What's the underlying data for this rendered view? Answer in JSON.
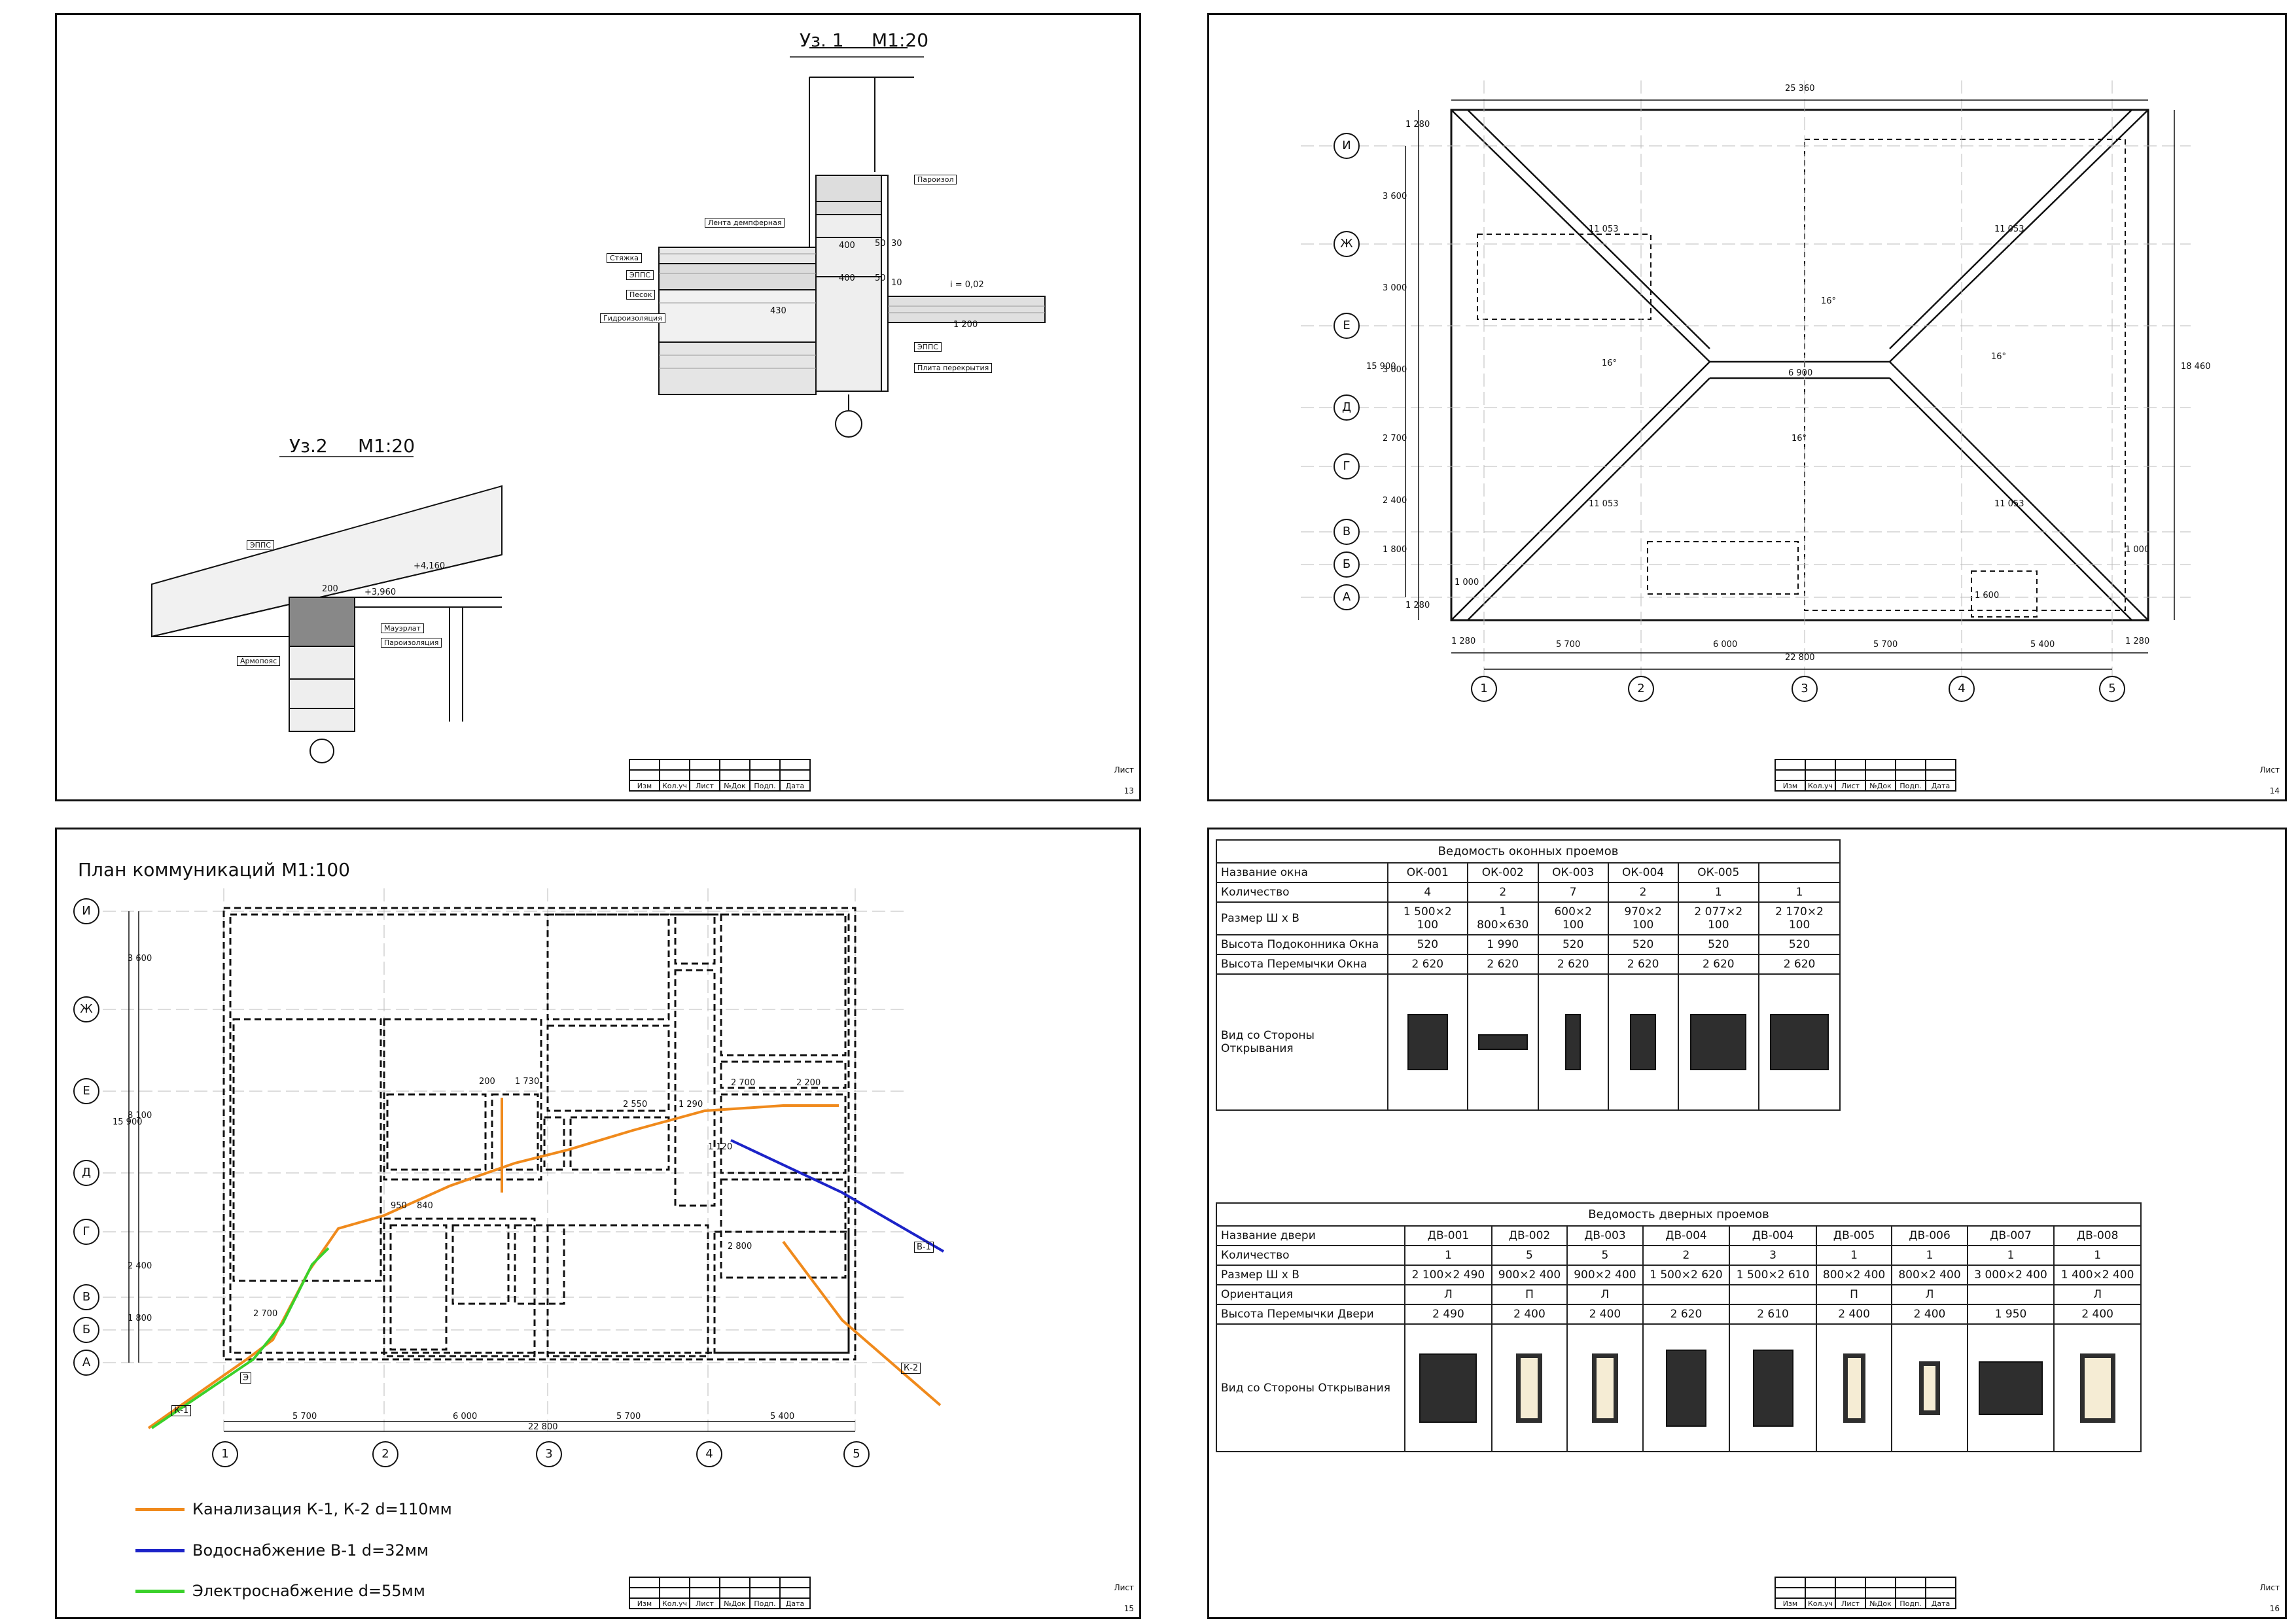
{
  "sheets": [
    {
      "number": "13",
      "titles": {
        "node1": "Уз. 1",
        "node1_scale": "М1:20",
        "node2": "Уз.2",
        "node2_scale": "М1:20"
      },
      "callouts": [
        "Пароизол",
        "Лента демпферная",
        "Стяжка",
        "ЭППС",
        "Песок",
        "Гидроизоляция",
        "ЭППС",
        "Плита перекрытия",
        "ЭППС",
        "Мауэрлат",
        "Пароизоляция",
        "Армопояс"
      ],
      "dims": {
        "d400a": "400",
        "d400b": "400",
        "d50a": "50",
        "d50b": "50",
        "d30": "30",
        "d10": "10",
        "slope": "i = 0,02",
        "d1200": "1 200",
        "d430": "430",
        "d200": "200",
        "lvl1": "+4,160",
        "lvl2": "+3,960"
      }
    },
    {
      "number": "14",
      "dims": {
        "top": "25 360",
        "bottom_total": "22 800",
        "right": "18 460",
        "left_total": "15 900",
        "ridge": "6 900",
        "b1": "1 280",
        "b2": "5 700",
        "b3": "6 000",
        "b4": "5 700",
        "b5": "5 400",
        "b6": "1 280",
        "r1": "1 000",
        "r2": "1 000",
        "r3": "1 600"
      },
      "left_dims": [
        "1 280",
        "3 600",
        "3 000",
        "3 000",
        "2 700",
        "2 400",
        "1 800",
        "1 280"
      ],
      "slopes": [
        "16°",
        "16°",
        "16°",
        "16°"
      ],
      "hips": [
        "11 053",
        "11 053",
        "11 053",
        "11 053"
      ],
      "axes_rows": [
        "И",
        "Ж",
        "Е",
        "Д",
        "Г",
        "В",
        "Б",
        "А"
      ],
      "axes_cols": [
        "1",
        "2",
        "3",
        "4",
        "5"
      ]
    },
    {
      "number": "15",
      "title": "План коммуникаций  М1:100",
      "axes_rows": [
        "И",
        "Ж",
        "Е",
        "Д",
        "Г",
        "В",
        "Б",
        "А"
      ],
      "axes_cols": [
        "1",
        "2",
        "3",
        "4",
        "5"
      ],
      "dims": {
        "b2": "5 700",
        "b3": "6 000",
        "b4": "5 700",
        "b5": "5 400",
        "total": "22 800",
        "l1": "3 600",
        "l2": "8 100",
        "l3": "2 400",
        "l4": "1 800",
        "ltot": "15 900",
        "d200": "200",
        "d1730": "1 730",
        "d2550": "2 550",
        "d1290": "1 290",
        "d2700": "2 700",
        "d2200": "2 200",
        "d950": "950",
        "d840": "840",
        "d2800": "2 800",
        "d2700b": "2 700",
        "d1120": "1 120"
      },
      "legend": [
        {
          "label": "Канализация К-1, К-2 d=110мм",
          "color": "#f08a1c"
        },
        {
          "label": "Водоснабжение В-1 d=32мм",
          "color": "#1c23c8"
        },
        {
          "label": "Электроснабжение d=55мм",
          "color": "#3ad12a"
        }
      ],
      "pipe_tags": [
        "К-1",
        "К-2",
        "В-1",
        "Э"
      ]
    },
    {
      "number": "16",
      "windows": {
        "caption": "Ведомость оконных проемов",
        "rows": [
          {
            "name": "Название окна",
            "cells": [
              "ОК-001",
              "ОК-002",
              "ОК-003",
              "ОК-004",
              "ОК-005",
              ""
            ]
          },
          {
            "name": "Количество",
            "cells": [
              "4",
              "2",
              "7",
              "2",
              "1",
              "1"
            ]
          },
          {
            "name": "Размер Ш х В",
            "cells": [
              "1 500×2 100",
              "1 800×630",
              "600×2 100",
              "970×2 100",
              "2 077×2 100",
              "2 170×2 100"
            ]
          },
          {
            "name": "Высота Подоконника Окна",
            "cells": [
              "520",
              "1 990",
              "520",
              "520",
              "520",
              "520"
            ]
          },
          {
            "name": "Высота Перемычки Окна",
            "cells": [
              "2 620",
              "2 620",
              "2 620",
              "2 620",
              "2 620",
              "2 620"
            ]
          },
          {
            "name": "Вид со Стороны Открывания",
            "cells": [
              "",
              "",
              "",
              "",
              "",
              ""
            ]
          }
        ]
      },
      "doors": {
        "caption": "Ведомость дверных проемов",
        "rows": [
          {
            "name": "Название двери",
            "cells": [
              "ДВ-001",
              "ДВ-002",
              "ДВ-003",
              "ДВ-004",
              "ДВ-004",
              "ДВ-005",
              "ДВ-006",
              "ДВ-007",
              "ДВ-008"
            ]
          },
          {
            "name": "Количество",
            "cells": [
              "1",
              "5",
              "5",
              "2",
              "3",
              "1",
              "1",
              "1",
              "1"
            ]
          },
          {
            "name": "Размер Ш х В",
            "cells": [
              "2 100×2 490",
              "900×2 400",
              "900×2 400",
              "1 500×2 620",
              "1 500×2 610",
              "800×2 400",
              "800×2 400",
              "3 000×2 400",
              "1 400×2 400"
            ]
          },
          {
            "name": "Ориентация",
            "cells": [
              "Л",
              "П",
              "Л",
              "",
              "",
              "П",
              "Л",
              "",
              "Л"
            ]
          },
          {
            "name": "Высота Перемычки Двери",
            "cells": [
              "2 490",
              "2 400",
              "2 400",
              "2 620",
              "2 610",
              "2 400",
              "2 400",
              "1 950",
              "2 400"
            ]
          },
          {
            "name": "Вид со Стороны Открывания",
            "cells": [
              "",
              "",
              "",
              "",
              "",
              "",
              "",
              "",
              ""
            ]
          }
        ]
      }
    }
  ],
  "stamp": {
    "cols": [
      "Изм",
      "Кол.уч",
      "Лист",
      "№Док",
      "Подп.",
      "Дата"
    ],
    "list": "Лист"
  },
  "colors": {
    "sewer": "#f08a1c",
    "water": "#1c23c8",
    "power": "#3ad12a",
    "ink": "#111111"
  }
}
